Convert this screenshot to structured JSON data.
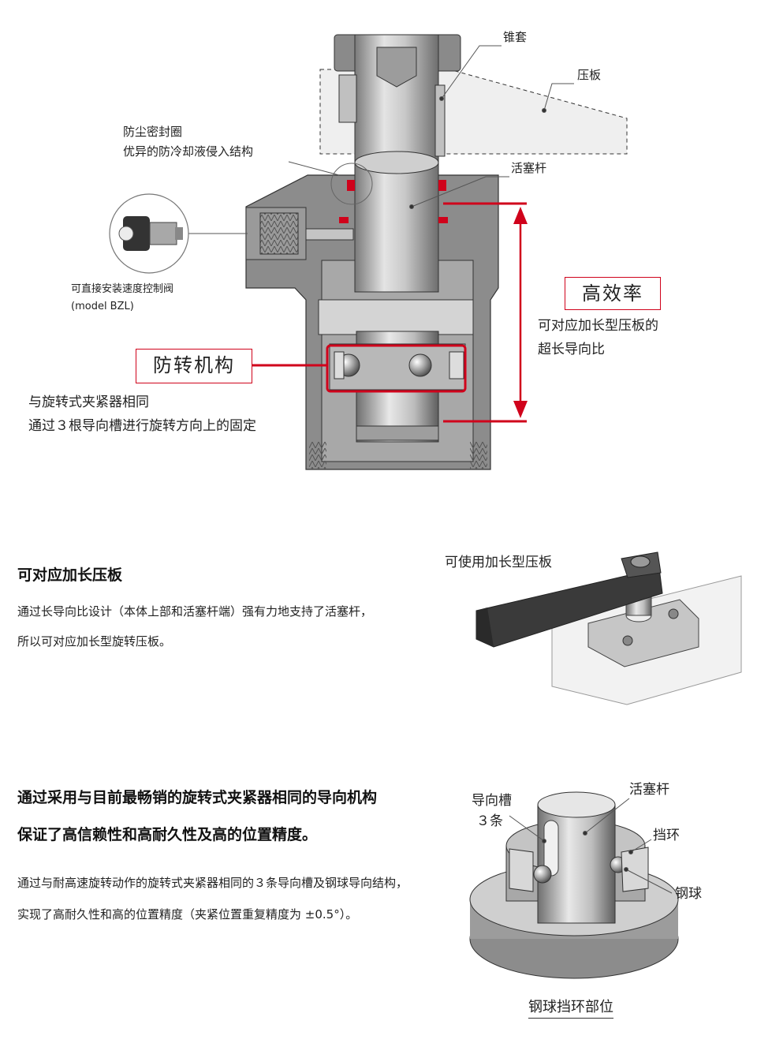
{
  "diagram": {
    "labels": {
      "cone_sleeve": "锥套",
      "clamp_plate": "压板",
      "dust_seal_line1": "防尘密封圈",
      "dust_seal_line2": "优异的防冷却液侵入结构",
      "piston_rod": "活塞杆",
      "speed_valve_line1": "可直接安装速度控制阀",
      "speed_valve_line2": "(model BZL)",
      "high_efficiency": "高效率",
      "high_eff_desc_line1": "可对应加长型压板的",
      "high_eff_desc_line2": "超长导向比",
      "anti_rotation": "防转机构",
      "anti_rot_desc_line1": "与旋转式夹紧器相同",
      "anti_rot_desc_line2": "通过３根导向槽进行旋转方向上的固定"
    },
    "colors": {
      "accent_red": "#d0021b",
      "body_gray": "#8c8c8c",
      "rod_gray": "#b4b4b4"
    }
  },
  "section1": {
    "heading": "可对应加长压板",
    "para_line1": "通过长导向比设计（本体上部和活塞杆端）强有力地支持了活塞杆，",
    "para_line2": "所以可对应加长型旋转压板。",
    "image_label": "可使用加长型压板"
  },
  "section2": {
    "heading_line1": "通过采用与目前最畅销的旋转式夹紧器相同的导向机构",
    "heading_line2": "保证了高信赖性和高耐久性及高的位置精度。",
    "para_line1": "通过与耐高速旋转动作的旋转式夹紧器相同的３条导向槽及钢球导向结构，",
    "para_line2": "实现了高耐久性和高的位置精度（夹紧位置重复精度为 ±0.5°）。",
    "labels": {
      "guide_groove_line1": "导向槽",
      "guide_groove_line2": "３条",
      "piston_rod": "活塞杆",
      "retaining_ring": "挡环",
      "steel_ball": "钢球",
      "caption": "钢球挡环部位"
    }
  }
}
